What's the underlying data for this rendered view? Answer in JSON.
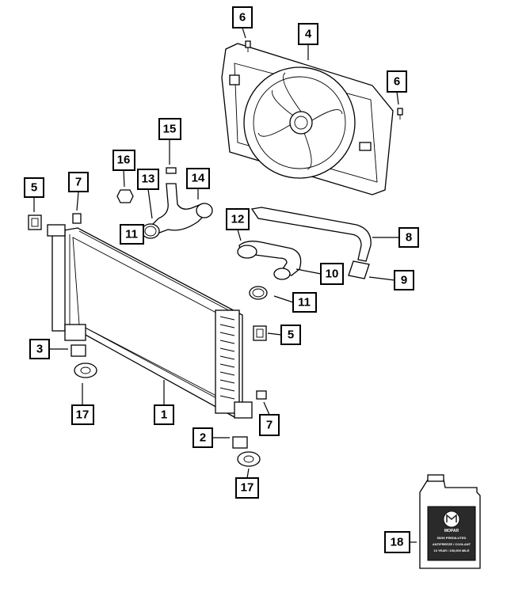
{
  "callouts": [
    {
      "id": "c1",
      "label": "1"
    },
    {
      "id": "c2",
      "label": "2"
    },
    {
      "id": "c3",
      "label": "3"
    },
    {
      "id": "c4",
      "label": "4"
    },
    {
      "id": "c5a",
      "label": "5"
    },
    {
      "id": "c5b",
      "label": "5"
    },
    {
      "id": "c6a",
      "label": "6"
    },
    {
      "id": "c6b",
      "label": "6"
    },
    {
      "id": "c7a",
      "label": "7"
    },
    {
      "id": "c7b",
      "label": "7"
    },
    {
      "id": "c8",
      "label": "8"
    },
    {
      "id": "c9",
      "label": "9"
    },
    {
      "id": "c10",
      "label": "10"
    },
    {
      "id": "c11a",
      "label": "11"
    },
    {
      "id": "c11b",
      "label": "11"
    },
    {
      "id": "c12",
      "label": "12"
    },
    {
      "id": "c13",
      "label": "13"
    },
    {
      "id": "c14",
      "label": "14"
    },
    {
      "id": "c15",
      "label": "15"
    },
    {
      "id": "c16",
      "label": "16"
    },
    {
      "id": "c17a",
      "label": "17"
    },
    {
      "id": "c17b",
      "label": "17"
    },
    {
      "id": "c18",
      "label": "18"
    }
  ],
  "coolant_jug": {
    "brand": "MOPAR",
    "line1": "50/50 PREDILUTED",
    "line2": "ANTIFREEZE / COOLANT",
    "line3": "10 YEAR / 150,000 MILE"
  },
  "colors": {
    "line": "#000000",
    "background": "#ffffff",
    "jug_label": "#2a2a2a"
  }
}
